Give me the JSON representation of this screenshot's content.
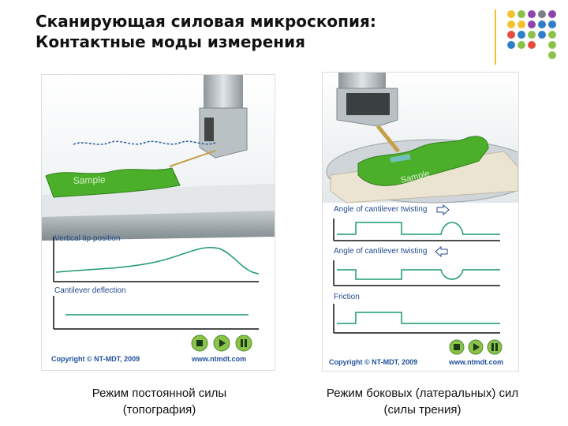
{
  "title_line1": "Сканирующая силовая микроскопия:",
  "title_line2": "Контактные моды измерения",
  "left_panel": {
    "sample_label": "Sample",
    "graph1_label": "Vertical tip position",
    "graph2_label": "Cantilever deflection",
    "copyright": "Copyright © NT-MDT, 2009",
    "website": "www.ntmdt.com"
  },
  "right_panel": {
    "sample_label": "Sample",
    "graph1_label": "Angle of cantilever twisting",
    "graph2_label": "Angle of cantilever twisting",
    "graph3_label": "Friction",
    "copyright": "Copyright © NT-MDT, 2009",
    "website": "www.ntmdt.com"
  },
  "caption_left_line1": "Режим постоянной силы",
  "caption_left_line2": "(топография)",
  "caption_right_line1": "Режим боковых (латеральных) сил",
  "caption_right_line2": "(силы трения)",
  "colors": {
    "accent_line": "#f2c12e",
    "graph_green": "#1a9a6a",
    "sample_green": "#4caf2a",
    "player_green": "#8bc34a"
  }
}
